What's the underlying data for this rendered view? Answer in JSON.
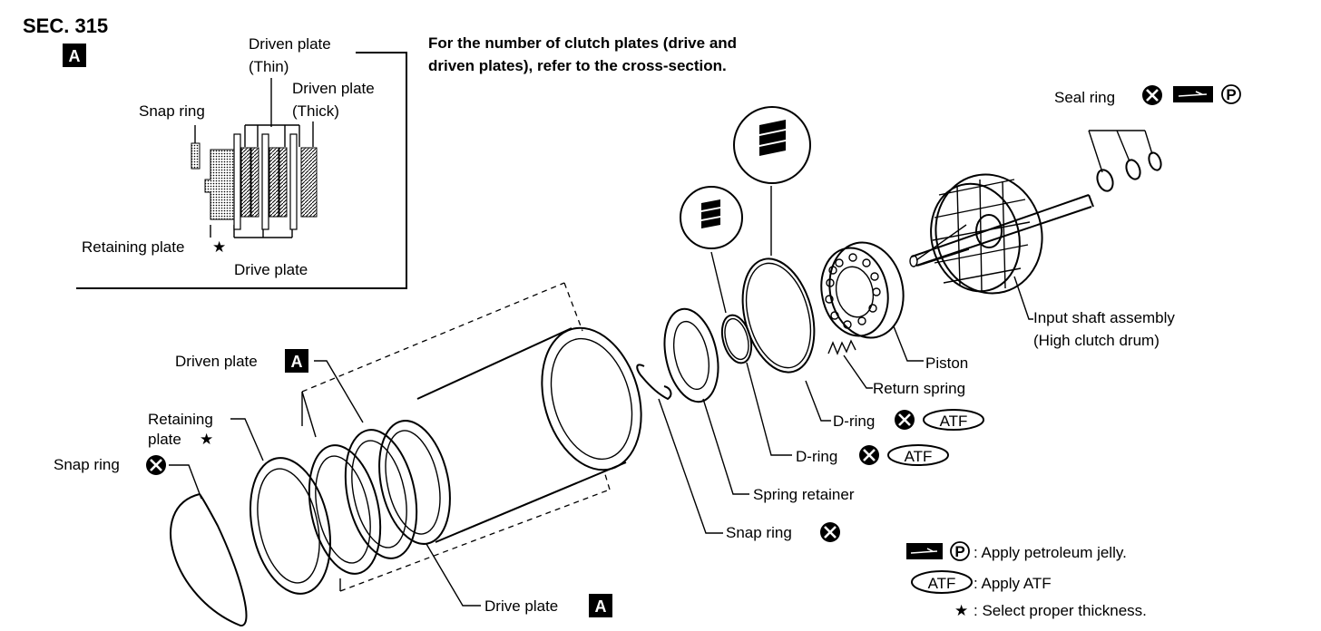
{
  "section_label": "SEC. 315",
  "inset_tag": "A",
  "header_note": {
    "line1": "For the number of clutch plates (drive and",
    "line2": "driven plates), refer to the cross-section."
  },
  "inset": {
    "driven_thin_line1": "Driven plate",
    "driven_thin_line2": "(Thin)",
    "driven_thick_line1": "Driven plate",
    "driven_thick_line2": "(Thick)",
    "snap_ring": "Snap ring",
    "retaining_plate": "Retaining plate",
    "drive_plate": "Drive plate"
  },
  "labels": {
    "seal_ring": "Seal ring",
    "input_shaft_line1": "Input shaft assembly",
    "input_shaft_line2": "(High clutch drum)",
    "piston": "Piston",
    "return_spring": "Return spring",
    "d_ring_1": "D-ring",
    "d_ring_2": "D-ring",
    "spring_retainer": "Spring retainer",
    "snap_ring_center": "Snap ring",
    "driven_plate": "Driven plate",
    "retaining_plate_line1": "Retaining",
    "retaining_plate_line2": "plate",
    "snap_ring_left": "Snap ring",
    "drive_plate": "Drive plate"
  },
  "symbols": {
    "star": "★",
    "p_mark": "P",
    "atf_mark": "ATF",
    "tag_a": "A"
  },
  "legend": {
    "petroleum": ": Apply petroleum jelly.",
    "atf": ": Apply ATF",
    "thickness": ": Select proper thickness."
  }
}
